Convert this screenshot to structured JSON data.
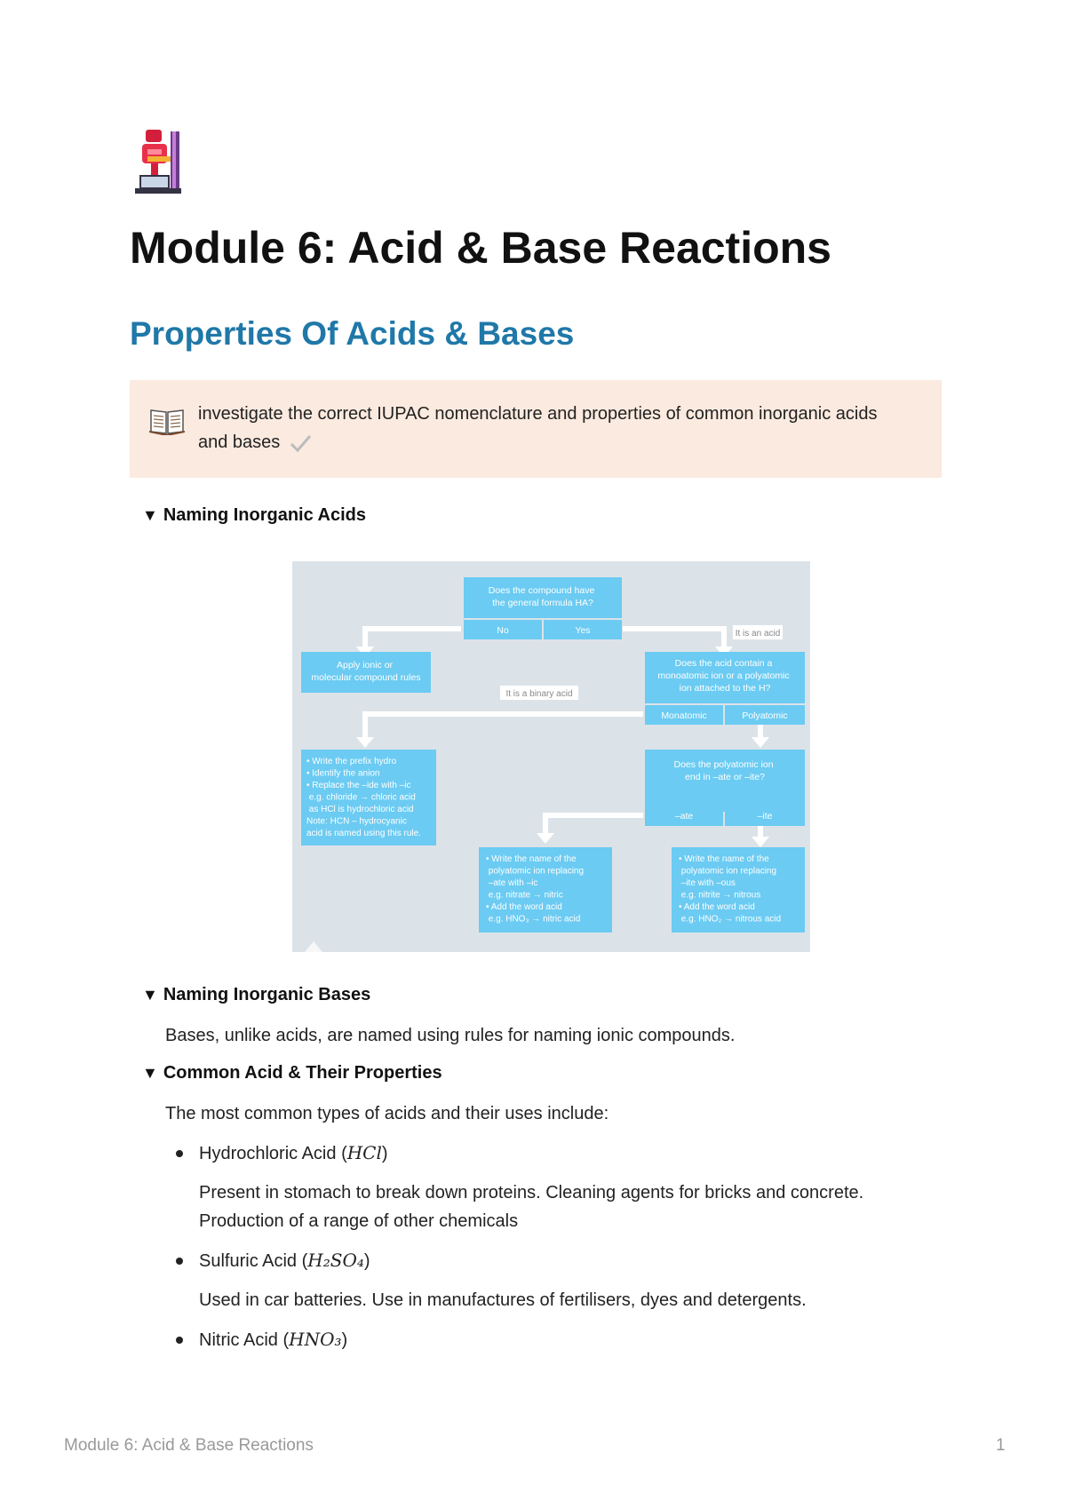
{
  "page": {
    "title": "Module 6: Acid & Base Reactions",
    "page_icon": "chemistry-lab-icon"
  },
  "section": {
    "heading": "Properties Of Acids & Bases"
  },
  "callout": {
    "icon": "open-book-icon",
    "text": "investigate the correct IUPAC nomenclature and properties of common inorganic acids and bases",
    "trailing_icon": "check-mark-icon",
    "background": "#fbeadf"
  },
  "toggles": [
    {
      "label": "Naming Inorganic Acids",
      "expanded": true
    },
    {
      "label": "Naming Inorganic Bases",
      "expanded": true,
      "body": "Bases, unlike acids, are named using rules for naming ionic compounds."
    },
    {
      "label": "Common Acid & Their Properties",
      "expanded": true,
      "body": "The most common types of acids and their uses include:"
    }
  ],
  "flowchart": {
    "q1": "Does the compound have the general formula HA?",
    "q1_no": "No",
    "q1_yes": "Yes",
    "tag_acid": "It is an acid",
    "apply_rules": "Apply ionic or molecular compound rules",
    "q2": "Does the acid contain a monoatomic ion or a polyatomic ion attached to the H?",
    "tag_binary": "It is a binary acid",
    "monatomic": "Monatomic",
    "polyatomic": "Polyatomic",
    "binary_rules": [
      "• Write the prefix hydro",
      "• Identify the anion",
      "• Replace the –ide with –ic",
      "  e.g. chloride → chloric acid",
      "  as HCl is hydrochloric acid",
      "Note: HCN – hydrocyanic",
      "acid is named using this rule."
    ],
    "q3": "Does the polyatomic ion end in –ate or –ite?",
    "ate": "–ate",
    "ite": "–ite",
    "ate_rules": [
      "• Write the name of the",
      "  polyatomic ion replacing",
      "  –ate with –ic",
      "  e.g. nitrate → nitric",
      "• Add the word acid",
      "  e.g. HNO₃ → nitric acid"
    ],
    "ite_rules": [
      "• Write the name of the",
      "  polyatomic ion replacing",
      "  –ite with –ous",
      "  e.g. nitrite → nitrous",
      "• Add the word acid",
      "  e.g. HNO₂ → nitrous acid"
    ],
    "box_color": "#6bcbf2",
    "bg_color": "#dce3e8"
  },
  "acids": [
    {
      "name": "Hydrochloric Acid",
      "formula": "HCl",
      "desc": "Present in stomach to break down proteins. Cleaning agents for bricks and concrete. Production of a range of other chemicals"
    },
    {
      "name": "Sulfuric Acid",
      "formula": "H₂SO₄",
      "desc": "Used in car batteries. Use in manufactures of fertilisers, dyes and detergents."
    },
    {
      "name": "Nitric Acid",
      "formula": "HNO₃",
      "desc": ""
    }
  ],
  "footer": {
    "left": "Module 6: Acid & Base Reactions",
    "page_number": "1"
  }
}
